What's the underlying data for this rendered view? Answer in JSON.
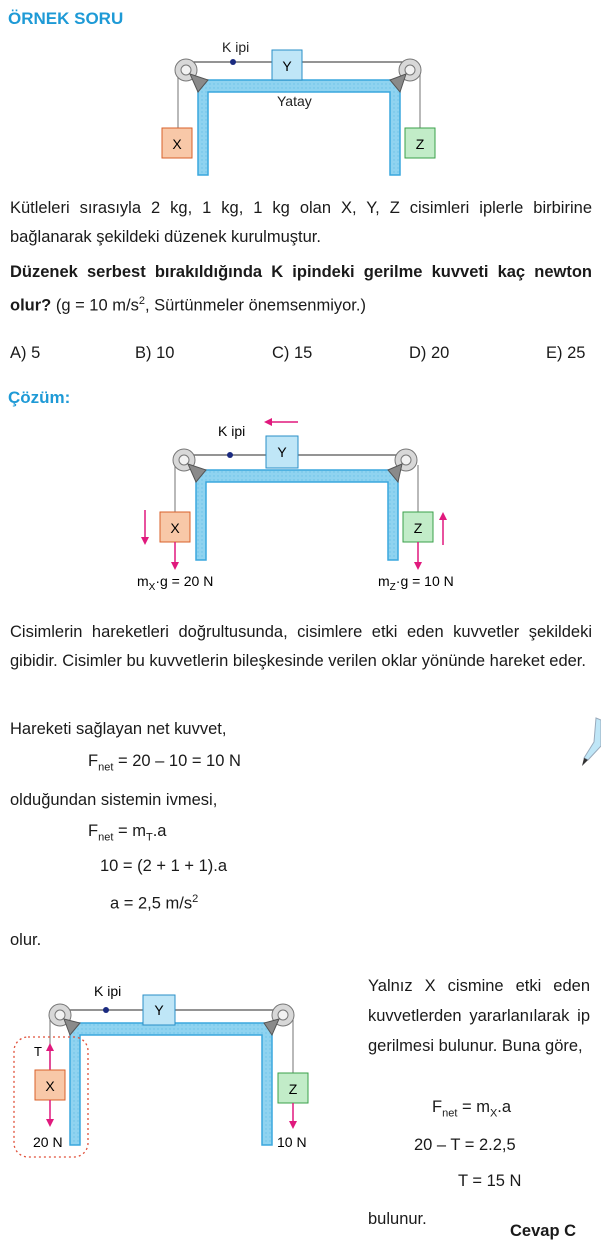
{
  "example": {
    "heading": "ÖRNEK SORU",
    "diagram": {
      "rope_label": "K ipi",
      "surface_label": "Yatay",
      "block_x": "X",
      "block_y": "Y",
      "block_z": "Z"
    },
    "text_1": "Kütleleri sırasıyla 2 kg, 1 kg, 1 kg olan X, Y, Z cisimleri iplerle birbirine bağlanarak şekildeki düzenek kurulmuştur.",
    "question_bold": "Düzenek serbest bırakıldığında K ipindeki gerilme kuvveti kaç newton olur?",
    "question_rest": " (g = 10 m/s",
    "question_sup": "2",
    "question_tail": ", Sürtünmeler önemsenmiyor.)",
    "options": [
      "A) 5",
      "B) 10",
      "C) 15",
      "D) 20",
      "E) 25"
    ]
  },
  "solution": {
    "heading": "Çözüm:",
    "diagram": {
      "rope_label": "K ipi",
      "block_x": "X",
      "block_y": "Y",
      "block_z": "Z",
      "force_x_pre": "m",
      "force_x_sub": "X",
      "force_x_post": "·g = 20 N",
      "force_z_pre": "m",
      "force_z_sub": "Z",
      "force_z_post": "·g = 10 N"
    },
    "text_2": "Cisimlerin hareketleri doğrultusunda, cisimlere etki eden kuvvetler şekildeki gibidir. Cisimler bu kuvvetlerin bileşkesinde verilen oklar yönünde hareket eder.",
    "text_3": "Hareketi sağlayan net kuvvet,",
    "eq1_pre": "F",
    "eq1_sub": "net",
    "eq1_post": " = 20 – 10 = 10 N",
    "text_4": "olduğundan sistemin ivmesi,",
    "eq2_pre": "F",
    "eq2_sub": "net",
    "eq2_mid": " = m",
    "eq2_sub2": "T",
    "eq2_post": ".a",
    "eq3": "10 = (2 + 1 + 1).a",
    "eq4_pre": "a = 2,5 m/s",
    "eq4_sup": "2",
    "text_5": "olur.",
    "diagram3": {
      "rope_label": "K ipi",
      "block_x": "X",
      "block_y": "Y",
      "block_z": "Z",
      "tension_label": "T",
      "force_x": "20 N",
      "force_z": "10 N"
    },
    "text_6": "Yalnız X cismine etki eden kuvvetlerden yararlanılarak ip gerilmesi bulunur. Buna göre,",
    "eq5_pre": "F",
    "eq5_sub": "net",
    "eq5_mid": " = m",
    "eq5_sub2": "X",
    "eq5_post": ".a",
    "eq6": "20 – T = 2.2,5",
    "eq7": "T = 15 N",
    "text_7": "bulunur.",
    "answer": "Cevap C"
  },
  "colors": {
    "heading": "#1e9ad6",
    "table": "#8fd3f0",
    "block_x": "#f8c8a8",
    "block_y": "#bfe6f7",
    "block_z": "#c2ecc8",
    "arrow": "#e0197d"
  }
}
